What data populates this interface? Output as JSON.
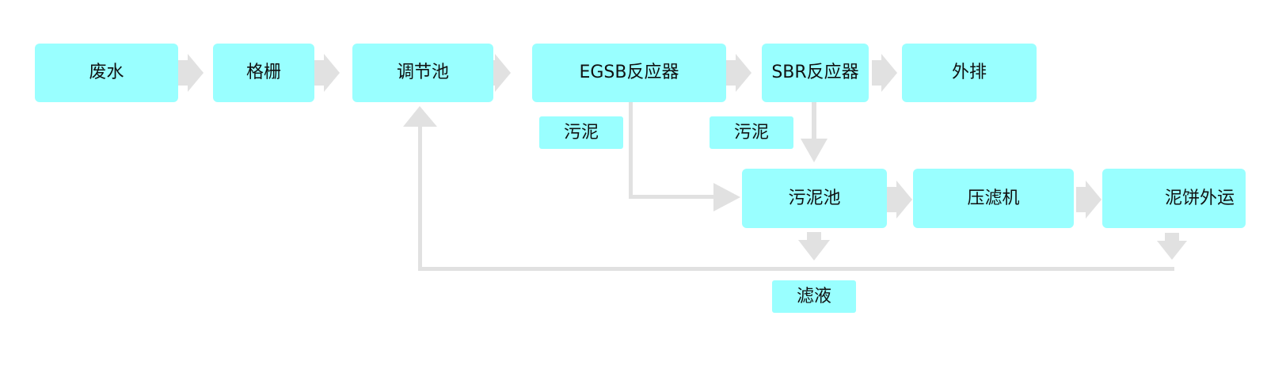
{
  "colors": {
    "box_fill": "#99ffff",
    "connector": "#e1e1e1",
    "text": "#111111"
  },
  "nodes": {
    "wastewater": "废水",
    "screen": "格栅",
    "equalization_tank": "调节池",
    "egsb_reactor": "EGSB反应器",
    "sbr_reactor": "SBR反应器",
    "discharge": "外排",
    "sludge_tank": "污泥池",
    "filter_press": "压滤机",
    "sludge_cake_out": "泥饼外运"
  },
  "edge_labels": {
    "egsb_sludge": "污泥",
    "sbr_sludge": "污泥",
    "filtrate": "滤液"
  }
}
